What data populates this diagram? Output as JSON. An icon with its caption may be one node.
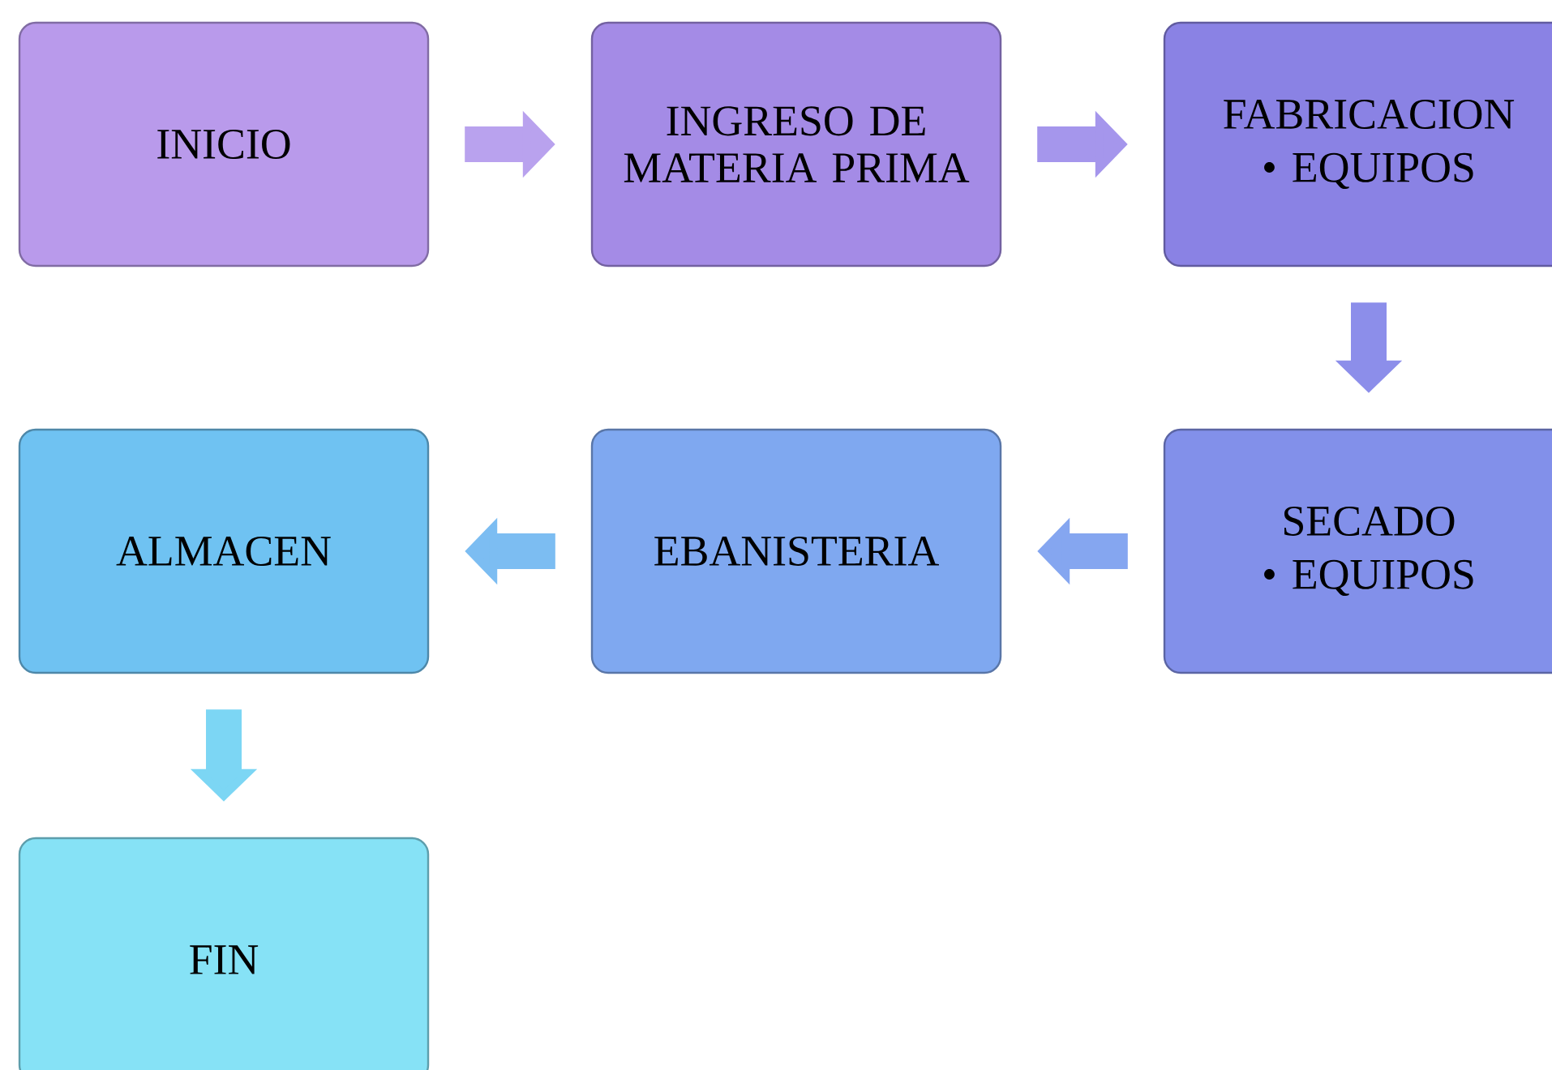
{
  "diagram": {
    "nodes": [
      {
        "text": [
          "INICIO"
        ]
      },
      {
        "text": [
          "INGRESO DE MATERIA PRIMA"
        ]
      },
      {
        "text": [
          "FABRICACION",
          "• EQUIPOS"
        ]
      },
      {
        "text": [
          "SECADO",
          "• EQUIPOS"
        ]
      },
      {
        "text": [
          "EBANISTERIA"
        ]
      },
      {
        "text": [
          "ALMACEN"
        ]
      },
      {
        "text": [
          "FIN"
        ]
      }
    ],
    "edges": [
      {
        "from": 0,
        "to": 1,
        "arrow": "to"
      },
      {
        "from": 1,
        "to": 2,
        "arrow": "to"
      },
      {
        "from": 2,
        "to": 3,
        "arrow": "to"
      },
      {
        "from": 3,
        "to": 4,
        "arrow": "to"
      },
      {
        "from": 4,
        "to": 5,
        "arrow": "to"
      },
      {
        "from": 5,
        "to": 6,
        "arrow": "to"
      }
    ]
  }
}
